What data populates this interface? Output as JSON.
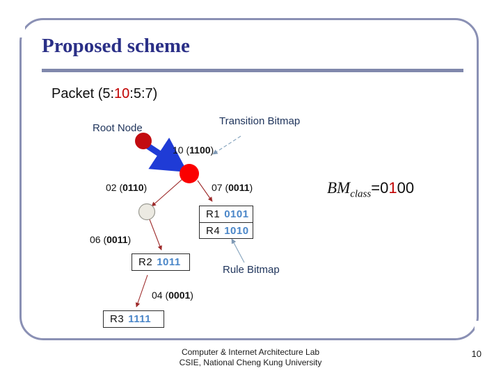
{
  "slide": {
    "title": "Proposed scheme",
    "packet_prefix": "Packet (5:",
    "packet_highlight": "10",
    "packet_suffix": ":5:7)",
    "page_number": "10",
    "footer_line1": "Computer & Internet Architecture Lab",
    "footer_line2": "CSIE, National Cheng Kung University",
    "accent_color": "#8a90b4",
    "title_color": "#2b3087",
    "highlight_color": "#c00000",
    "bitmap_color": "#4a86c8"
  },
  "diagram": {
    "callouts": [
      {
        "name": "transition-bitmap",
        "label": "Transition Bitmap"
      },
      {
        "name": "rule-bitmap",
        "label": "Rule Bitmap"
      }
    ],
    "nodes": [
      {
        "name": "root-node",
        "label": "Root Node",
        "color": "#c00000"
      },
      {
        "name": "match-node",
        "label": "",
        "color": "#fb0000"
      },
      {
        "name": "intermediate-node",
        "label": "",
        "color": "#eceae2"
      }
    ],
    "edge_labels": [
      {
        "name": "edge-label-10",
        "key": "10",
        "bitmap": "1100"
      },
      {
        "name": "edge-label-02",
        "key": "02",
        "bitmap": "0110"
      },
      {
        "name": "edge-label-07",
        "key": "07",
        "bitmap": "0011"
      },
      {
        "name": "edge-label-06",
        "key": "06",
        "bitmap": "0011"
      },
      {
        "name": "edge-label-04",
        "key": "04",
        "bitmap": "0001"
      }
    ],
    "rule_boxes": [
      {
        "name": "rule-box-r1-r4",
        "rows": [
          {
            "rule": "R1",
            "bitmap": "0101"
          },
          {
            "rule": "R4",
            "bitmap": "1010"
          }
        ]
      },
      {
        "name": "rule-box-r2",
        "rows": [
          {
            "rule": "R2",
            "bitmap": "1011"
          }
        ]
      },
      {
        "name": "rule-box-r3",
        "rows": [
          {
            "rule": "R3",
            "bitmap": "1111"
          }
        ]
      }
    ],
    "formula": {
      "symbol": "BM",
      "subscript": "class",
      "equals": "=",
      "value_prefix": "0",
      "value_highlight": "1",
      "value_suffix": "00"
    }
  }
}
